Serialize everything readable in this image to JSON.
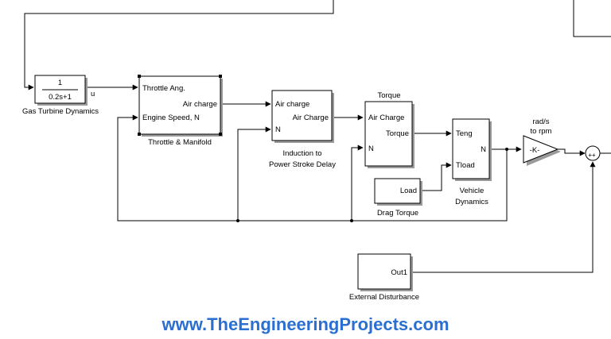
{
  "blocks": {
    "gas_turbine": {
      "numerator": "1",
      "denominator": "0.2s+1",
      "label": "Gas Turbine Dynamics"
    },
    "throttle": {
      "in1": "Throttle Ang.",
      "in2": "Engine Speed, N",
      "out": "Air charge",
      "label": "Throttle & Manifold"
    },
    "induction": {
      "in1": "Air charge",
      "in2": "N",
      "out": "Air Charge",
      "label_line1": "Induction to",
      "label_line2": "Power Stroke Delay"
    },
    "torque": {
      "title": "Torque",
      "in1": "Air Charge",
      "in2": "N",
      "out": "Torque"
    },
    "vehicle": {
      "in1": "Teng",
      "in2": "Tload",
      "out": "N",
      "label_line1": "Vehicle",
      "label_line2": "Dynamics"
    },
    "drag": {
      "out": "Load",
      "label": "Drag Torque"
    },
    "gain": {
      "value": "-K-",
      "label_line1": "rad/s",
      "label_line2": "to rpm"
    },
    "sum": {
      "signs": "++"
    },
    "disturbance": {
      "out": "Out1",
      "label": "External Disturbance"
    }
  },
  "signals": {
    "u": "u"
  },
  "watermark": "www.TheEngineeringProjects.com",
  "colors": {
    "watermark": "#2a6fd1",
    "shadow": "#9a9a9a"
  }
}
